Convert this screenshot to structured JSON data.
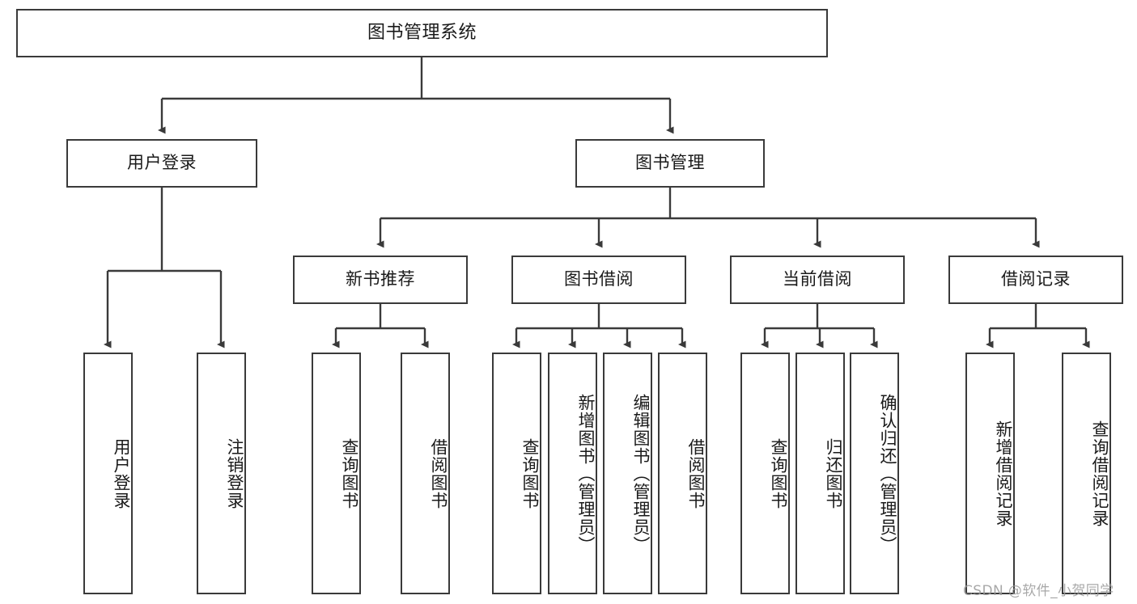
{
  "diagram": {
    "type": "tree-hierarchy",
    "title": "图书管理系统",
    "orientation": "top-down",
    "colors": {
      "node_border": "#3a3a3a",
      "node_fill": "#ffffff",
      "connector": "#3a3a3a",
      "background": "#ffffff",
      "watermark": "#9a9a9a"
    },
    "levels": {
      "root": {
        "label": "图书管理系统"
      },
      "level1": [
        {
          "id": "user-login",
          "label": "用户登录"
        },
        {
          "id": "book-management",
          "label": "图书管理"
        }
      ],
      "level2": [
        {
          "id": "new-book-recommend",
          "label": "新书推荐",
          "parent": "book-management"
        },
        {
          "id": "book-borrow",
          "label": "图书借阅",
          "parent": "book-management"
        },
        {
          "id": "current-borrow",
          "label": "当前借阅",
          "parent": "book-management"
        },
        {
          "id": "borrow-record",
          "label": "借阅记录",
          "parent": "book-management"
        }
      ],
      "leaves": {
        "user-login": [
          {
            "id": "leaf-user-login",
            "label": "用户登录"
          },
          {
            "id": "leaf-logout-login",
            "label": "注销登录"
          }
        ],
        "new-book-recommend": [
          {
            "id": "leaf-query-book-1",
            "label": "查询图书"
          },
          {
            "id": "leaf-borrow-book-1",
            "label": "借阅图书"
          }
        ],
        "book-borrow": [
          {
            "id": "leaf-query-book-2",
            "label": "查询图书"
          },
          {
            "id": "leaf-add-book",
            "label": "新增图书（管理员）"
          },
          {
            "id": "leaf-edit-book",
            "label": "编辑图书（管理员）"
          },
          {
            "id": "leaf-borrow-book-2",
            "label": "借阅图书"
          }
        ],
        "current-borrow": [
          {
            "id": "leaf-query-book-3",
            "label": "查询图书"
          },
          {
            "id": "leaf-return-book",
            "label": "归还图书"
          },
          {
            "id": "leaf-confirm-return",
            "label": "确认归还（管理员）"
          }
        ],
        "borrow-record": [
          {
            "id": "leaf-add-record",
            "label": "新增借阅记录"
          },
          {
            "id": "leaf-query-record",
            "label": "查询借阅记录"
          }
        ]
      }
    }
  },
  "watermark": {
    "text": "CSDN @软件_小贺同学"
  }
}
